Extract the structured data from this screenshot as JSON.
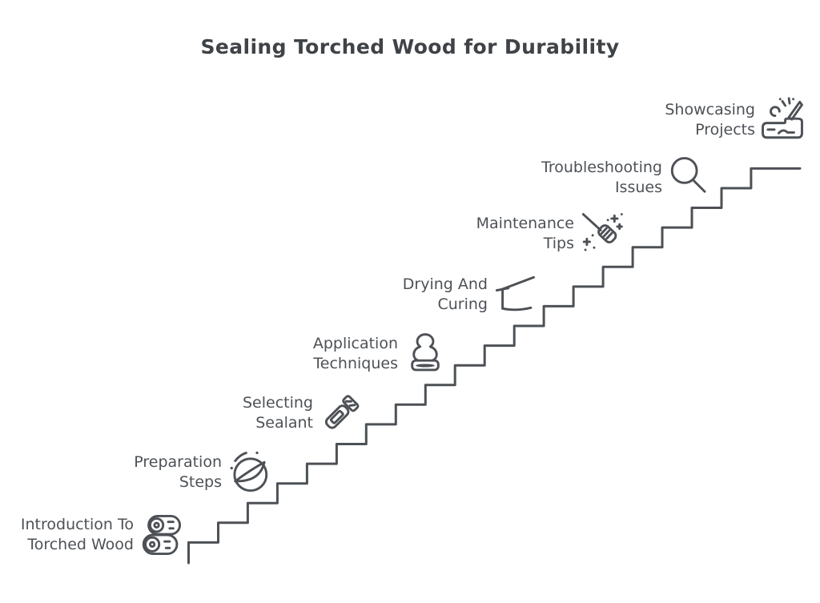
{
  "title": "Sealing Torched Wood for Durability",
  "steps": [
    {
      "line1": "Introduction To",
      "line2": "Torched Wood",
      "icon": "wood-logs-icon"
    },
    {
      "line1": "Preparation",
      "line2": "Steps",
      "icon": "round-sander-icon"
    },
    {
      "line1": "Selecting",
      "line2": "Sealant",
      "icon": "sealant-tube-icon"
    },
    {
      "line1": "Application",
      "line2": "Techniques",
      "icon": "stamp-icon"
    },
    {
      "line1": "Drying And",
      "line2": "Curing",
      "icon": "drying-board-icon"
    },
    {
      "line1": "Maintenance",
      "line2": "Tips",
      "icon": "broom-sparkle-icon"
    },
    {
      "line1": "Troubleshooting",
      "line2": "Issues",
      "icon": "magnifying-glass-icon"
    },
    {
      "line1": "Showcasing",
      "line2": "Projects",
      "icon": "engraving-pen-icon"
    }
  ],
  "colors": {
    "ink": "#4d5156",
    "title": "#3f4347",
    "background": "#ffffff"
  }
}
